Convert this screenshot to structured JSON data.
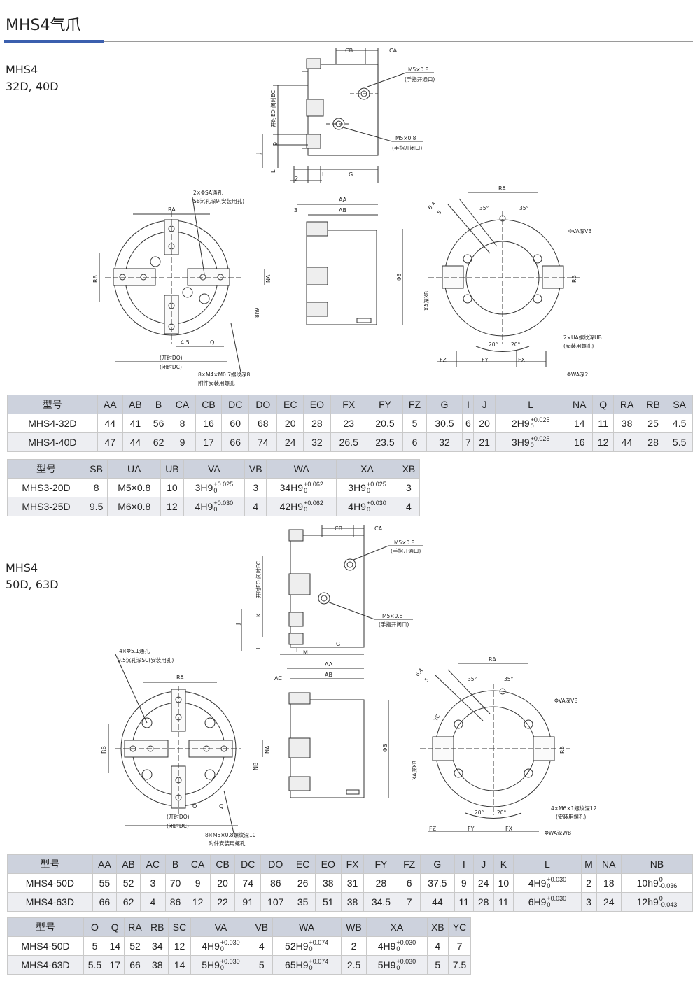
{
  "header": {
    "title": "MHS4气爪"
  },
  "section1": {
    "model": "MHS4",
    "sizes": "32D, 40D"
  },
  "section2": {
    "model": "MHS4",
    "sizes": "50D, 63D"
  },
  "drawing1": {
    "side": {
      "cb": "CB",
      "ca": "CA",
      "port_open": "M5×0.8",
      "port_open_note": "(手指开通口)",
      "port_close": "M5×0.8",
      "port_close_note": "(手指开闭口)",
      "eo_ec": "开时EO 闭时EC",
      "nine": "9",
      "j": "J",
      "l": "L",
      "two": "2",
      "i": "I",
      "g": "G"
    },
    "front": {
      "ra": "RA",
      "rb": "RB",
      "na": "NA",
      "sa_hole": "2×ΦSA通孔",
      "sb_note": "SB沉孔深9(安装用孔)",
      "h9": "8h9",
      "four5": "4.5",
      "q": "Q",
      "do": "(开时DO)",
      "dc": "(闭时DC)",
      "screw": "8×M4×M0.7螺纹深8",
      "screw_note": "附件安装用螺孔"
    },
    "mid": {
      "aa": "AA",
      "ab": "AB",
      "three": "3",
      "b": "ΦB"
    },
    "rear": {
      "ra": "RA",
      "a64": "6.4",
      "a5": "5",
      "ang35a": "35°",
      "ang35b": "35°",
      "va": "ΦVA深VB",
      "rb": "RB",
      "xa": "XA深XB",
      "ua": "2×UA螺纹深UB",
      "ua_note": "(安装用螺孔)",
      "ang20a": "20°",
      "ang20b": "20°",
      "fz": "FZ",
      "fy": "FY",
      "fx": "FX",
      "wa": "ΦWA深2"
    }
  },
  "drawing2": {
    "side": {
      "cb": "CB",
      "ca": "CA",
      "port_open": "M5×0.8",
      "port_open_note": "(手指开通口)",
      "port_close": "M5×0.8",
      "port_close_note": "(手指开闭口)",
      "eo_ec": "开时EO 闭时EC",
      "k": "K",
      "j": "J",
      "l": "L",
      "i": "I",
      "m": "M",
      "g": "G"
    },
    "front": {
      "ra": "RA",
      "rb": "RB",
      "na": "NA",
      "nb": "NB",
      "hole": "4×Φ5.1通孔",
      "hole_note": "9.5沉孔深SC(安装用孔)",
      "o": "O",
      "q": "Q",
      "do": "(开时DO)",
      "dc": "(闭时DC)",
      "screw": "8×M5×0.8螺纹深10",
      "screw_note": "附件安装用螺孔"
    },
    "mid": {
      "aa": "AA",
      "ab": "AB",
      "ac": "AC",
      "b": "ΦB"
    },
    "rear": {
      "ra": "RA",
      "a64": "6.4",
      "a5": "5",
      "yc": "YC",
      "ang35a": "35°",
      "ang35b": "35°",
      "va": "ΦVA深VB",
      "rb": "RB",
      "xa": "XA深XB",
      "ua": "4×M6×1螺纹深12",
      "ua_note": "(安装用螺孔)",
      "ang20a": "20°",
      "ang20b": "20°",
      "fz": "FZ",
      "fy": "FY",
      "fx": "FX",
      "wa": "ΦWA深WB"
    }
  },
  "table1": {
    "headers": [
      "型号",
      "AA",
      "AB",
      "B",
      "CA",
      "CB",
      "DC",
      "DO",
      "EC",
      "EO",
      "FX",
      "FY",
      "FZ",
      "G",
      "I",
      "J",
      "L",
      "NA",
      "Q",
      "RA",
      "RB",
      "SA"
    ],
    "rows": [
      [
        "MHS4-32D",
        "44",
        "41",
        "56",
        "8",
        "16",
        "60",
        "68",
        "20",
        "28",
        "23",
        "20.5",
        "5",
        "30.5",
        "6",
        "20",
        {
          "v": "2H9",
          "u": "+0.025",
          "l": "0"
        },
        "14",
        "11",
        "38",
        "25",
        "4.5"
      ],
      [
        "MHS4-40D",
        "47",
        "44",
        "62",
        "9",
        "17",
        "66",
        "74",
        "24",
        "32",
        "26.5",
        "23.5",
        "6",
        "32",
        "7",
        "21",
        {
          "v": "3H9",
          "u": "+0.025",
          "l": "0"
        },
        "16",
        "12",
        "44",
        "28",
        "5.5"
      ]
    ]
  },
  "table2": {
    "headers": [
      "型号",
      "SB",
      "UA",
      "UB",
      "VA",
      "VB",
      "WA",
      "XA",
      "XB"
    ],
    "rows": [
      [
        "MHS3-20D",
        "8",
        "M5×0.8",
        "10",
        {
          "v": "3H9",
          "u": "+0.025",
          "l": "0"
        },
        "3",
        {
          "v": "34H9",
          "u": "+0.062",
          "l": "0"
        },
        {
          "v": "3H9",
          "u": "+0.025",
          "l": "0"
        },
        "3"
      ],
      [
        "MHS3-25D",
        "9.5",
        "M6×0.8",
        "12",
        {
          "v": "4H9",
          "u": "+0.030",
          "l": "0"
        },
        "4",
        {
          "v": "42H9",
          "u": "+0.062",
          "l": "0"
        },
        {
          "v": "4H9",
          "u": "+0.030",
          "l": "0"
        },
        "4"
      ]
    ]
  },
  "table3": {
    "headers": [
      "型号",
      "AA",
      "AB",
      "AC",
      "B",
      "CA",
      "CB",
      "DC",
      "DO",
      "EC",
      "EO",
      "FX",
      "FY",
      "FZ",
      "G",
      "I",
      "J",
      "K",
      "L",
      "M",
      "NA",
      "NB"
    ],
    "rows": [
      [
        "MHS4-50D",
        "55",
        "52",
        "3",
        "70",
        "9",
        "20",
        "74",
        "86",
        "26",
        "38",
        "31",
        "28",
        "6",
        "37.5",
        "9",
        "24",
        "10",
        {
          "v": "4H9",
          "u": "+0.030",
          "l": "0"
        },
        "2",
        "18",
        {
          "v": "10h9",
          "u": "0",
          "l": "-0.036"
        }
      ],
      [
        "MHS4-63D",
        "66",
        "62",
        "4",
        "86",
        "12",
        "22",
        "91",
        "107",
        "35",
        "51",
        "38",
        "34.5",
        "7",
        "44",
        "11",
        "28",
        "11",
        {
          "v": "6H9",
          "u": "+0.030",
          "l": "0"
        },
        "3",
        "24",
        {
          "v": "12h9",
          "u": "0",
          "l": "-0.043"
        }
      ]
    ]
  },
  "table4": {
    "headers": [
      "型号",
      "O",
      "Q",
      "RA",
      "RB",
      "SC",
      "VA",
      "VB",
      "WA",
      "WB",
      "XA",
      "XB",
      "YC"
    ],
    "rows": [
      [
        "MHS4-50D",
        "5",
        "14",
        "52",
        "34",
        "12",
        {
          "v": "4H9",
          "u": "+0.030",
          "l": "0"
        },
        "4",
        {
          "v": "52H9",
          "u": "+0.074",
          "l": "0"
        },
        "2",
        {
          "v": "4H9",
          "u": "+0.030",
          "l": "0"
        },
        "4",
        "7"
      ],
      [
        "MHS4-63D",
        "5.5",
        "17",
        "66",
        "38",
        "14",
        {
          "v": "5H9",
          "u": "+0.030",
          "l": "0"
        },
        "5",
        {
          "v": "65H9",
          "u": "+0.074",
          "l": "0"
        },
        "2.5",
        {
          "v": "5H9",
          "u": "+0.030",
          "l": "0"
        },
        "5",
        "7.5"
      ]
    ]
  }
}
